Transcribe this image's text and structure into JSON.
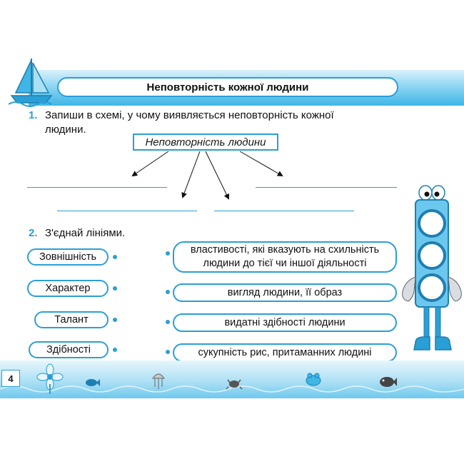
{
  "header": {
    "title": "Неповторність кожної людини"
  },
  "task1": {
    "number": "1.",
    "text_line1": "Запиши в схемі, у чому виявляється неповторність кожної",
    "text_line2": "людини.",
    "scheme_label": "Неповторність людини"
  },
  "task2": {
    "number": "2.",
    "text": "З'єднай лініями.",
    "terms": [
      "Зовнішність",
      "Характер",
      "Талант",
      "Здібності"
    ],
    "definitions": [
      "властивості, які вказують на схильність людини до тієї чи іншої діяльності",
      "вигляд людини, її образ",
      "видатні здібності людини",
      "сукупність рис, притаманних людині"
    ]
  },
  "footer": {
    "page_number": "4"
  },
  "colors": {
    "accent": "#2a9fd6",
    "band": "#7fd0f0"
  },
  "icons": [
    "sailboat-icon",
    "traffic-light-character",
    "flower-icon",
    "fish-icon",
    "jellyfish-icon",
    "crab-icon",
    "frog-icon",
    "tropical-fish-icon"
  ]
}
